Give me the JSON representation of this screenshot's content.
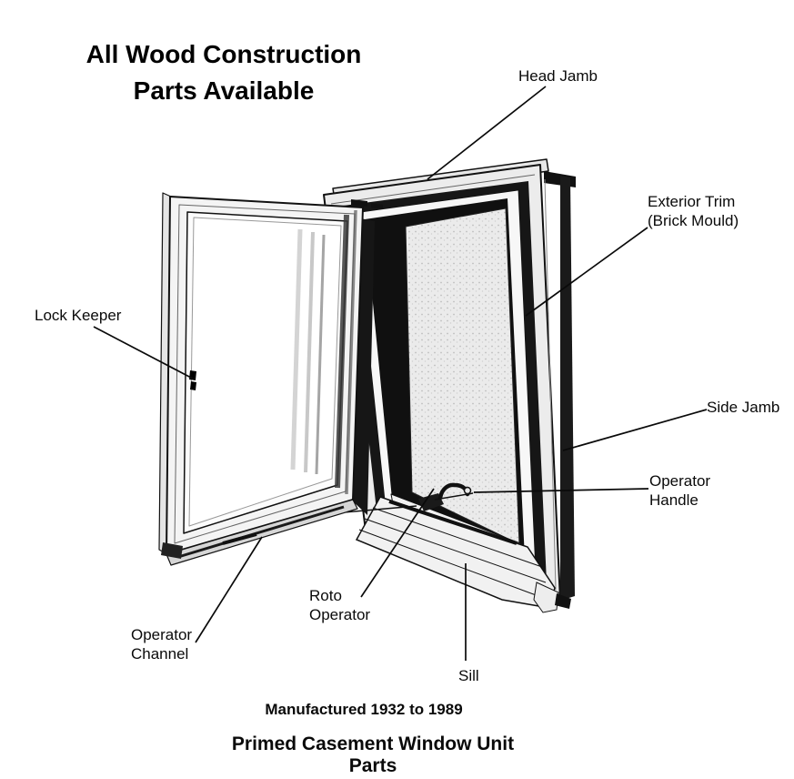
{
  "title": {
    "line1": "All Wood Construction",
    "line2": "Parts Available"
  },
  "labels": {
    "head_jamb": "Head Jamb",
    "exterior_trim_line1": "Exterior Trim",
    "exterior_trim_line2": "(Brick Mould)",
    "side_jamb": "Side Jamb",
    "operator_handle_line1": "Operator",
    "operator_handle_line2": "Handle",
    "roto_operator_line1": "Roto",
    "roto_operator_line2": "Operator",
    "sill": "Sill",
    "operator_channel_line1": "Operator",
    "operator_channel_line2": "Channel",
    "lock_keeper": "Lock Keeper"
  },
  "footer": {
    "manufactured": "Manufactured 1932 to 1989",
    "product_title": "Primed Casement Window Unit Parts"
  },
  "colors": {
    "ink": "#0a0a0a",
    "background": "#ffffff"
  }
}
